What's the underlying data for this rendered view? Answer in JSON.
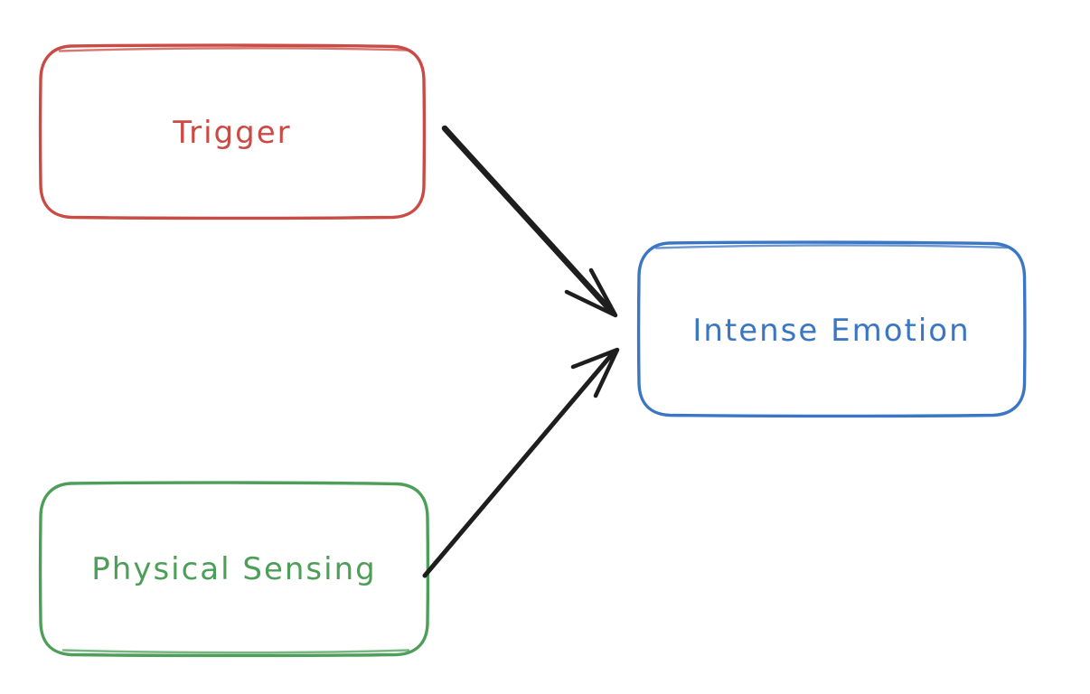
{
  "canvas": {
    "background": "#ffffff"
  },
  "diagram": {
    "type": "flowchart",
    "nodes": [
      {
        "id": "trigger",
        "label": "Trigger",
        "color": "#cb4a43",
        "shape": "rounded-rectangle"
      },
      {
        "id": "intense-emotion",
        "label": "Intense Emotion",
        "color": "#3b76c4",
        "shape": "rounded-rectangle"
      },
      {
        "id": "physical-sensing",
        "label": "Physical Sensing",
        "color": "#4d9e58",
        "shape": "rounded-rectangle"
      }
    ],
    "edges": [
      {
        "from": "trigger",
        "to": "intense-emotion",
        "color": "#1e1e1e",
        "arrowhead": "open"
      },
      {
        "from": "physical-sensing",
        "to": "intense-emotion",
        "color": "#1e1e1e",
        "arrowhead": "open"
      }
    ]
  }
}
